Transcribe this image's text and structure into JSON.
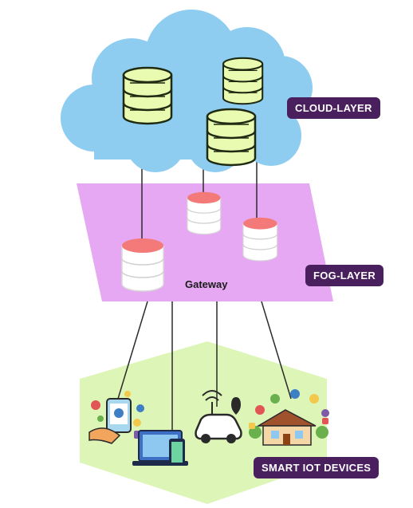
{
  "labels": {
    "cloud_layer": "CLOUD-LAYER",
    "fog_layer": "FOG-LAYER",
    "iot_devices": "SMART IOT DEVICES",
    "gateway": "Gateway"
  },
  "colors": {
    "cloud": "#8ecdf0",
    "fog": "#e6a8f2",
    "iot_zone": "#ddf6b8",
    "label_bg": "#4a1f5e",
    "cloud_db": "#e8fbb0",
    "fog_db_top": "#f47a7a"
  },
  "icons": {
    "cloud_servers": [
      "database-icon",
      "database-icon",
      "database-icon"
    ],
    "fog_nodes": [
      "database-icon",
      "database-icon",
      "database-icon"
    ],
    "devices": [
      "smart-home-devices-icon",
      "laptop-phone-icon",
      "connected-car-icon",
      "smart-house-icon"
    ]
  }
}
